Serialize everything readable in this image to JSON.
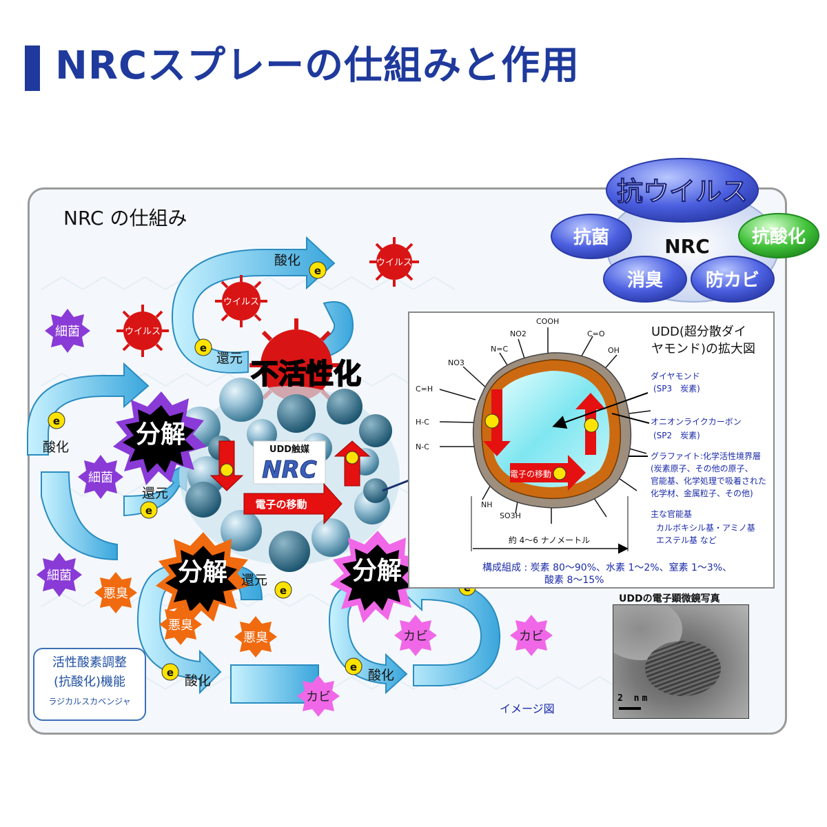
{
  "page": {
    "title": "NRCスプレーの仕組みと作用"
  },
  "diagram": {
    "panel_title": "NRC の仕組み",
    "badges": {
      "center": "NRC",
      "anti_virus": "抗ウイルス",
      "antibacterial": "抗菌",
      "antioxidant": "抗酸化",
      "deodorize": "消臭",
      "antimold": "防カビ"
    },
    "labels": {
      "oxidation": "酸化",
      "reduction": "還元",
      "virus": "ウイルス",
      "bacteria": "細菌",
      "odor": "悪臭",
      "mold": "カビ",
      "inactivation": "不活性化",
      "decomposition": "分解",
      "udd_catalyst": "UDD触媒",
      "nrc_logo": "NRC",
      "electron_transfer": "電子の移動",
      "electron": "e",
      "image_note": "イメージ図"
    },
    "inset": {
      "title_line1": "UDD(超分散ダイ",
      "title_line2": "ヤモンド)の拡大図",
      "groups": [
        "COOH",
        "NO2",
        "C=O",
        "N=C",
        "OH",
        "NO3",
        "C=H",
        "H-C",
        "N-C",
        "NH",
        "SO3H"
      ],
      "diamond_label": "ダイヤモンド",
      "diamond_sub": "(SP3　炭素)",
      "onion_label": "オニオンライクカーボン",
      "onion_sub": "(SP2　炭素)",
      "graphite_line1": "グラファイト:化学活性境界層",
      "graphite_line2": "(炭素原子、その他の原子、",
      "graphite_line3": "官能基、化学処理で吸着された",
      "graphite_line4": "化学材、金属粒子、その他)",
      "functional_title": "主な官能基",
      "functional_line1": "カルボキシル基・アミノ基",
      "functional_line2": "エステル基 など",
      "size_label": "約 4〜6 ナノメートル",
      "composition_line1": "構成組成 : 炭素 80〜90%、水素 1〜2%、窒素 1〜3%、",
      "composition_line2": "酸素 8〜15%",
      "electron_transfer": "電子の移動"
    },
    "em_photo": {
      "title": "UDDの電子顕微鏡写真",
      "scale": "2 nm"
    },
    "legend": {
      "line1": "活性酸素調整",
      "line2": "(抗酸化)機能",
      "line3": "ラジカルスカベンジャ"
    }
  },
  "colors": {
    "title": "#1f3a9c",
    "arrow": "#33aadf",
    "virus": "#d91414",
    "bacteria": "#8a3ad6",
    "odor": "#f06a10",
    "mold": "#f068e8",
    "badge_blue": "#3e4fc9",
    "badge_green": "#2aa52a"
  }
}
